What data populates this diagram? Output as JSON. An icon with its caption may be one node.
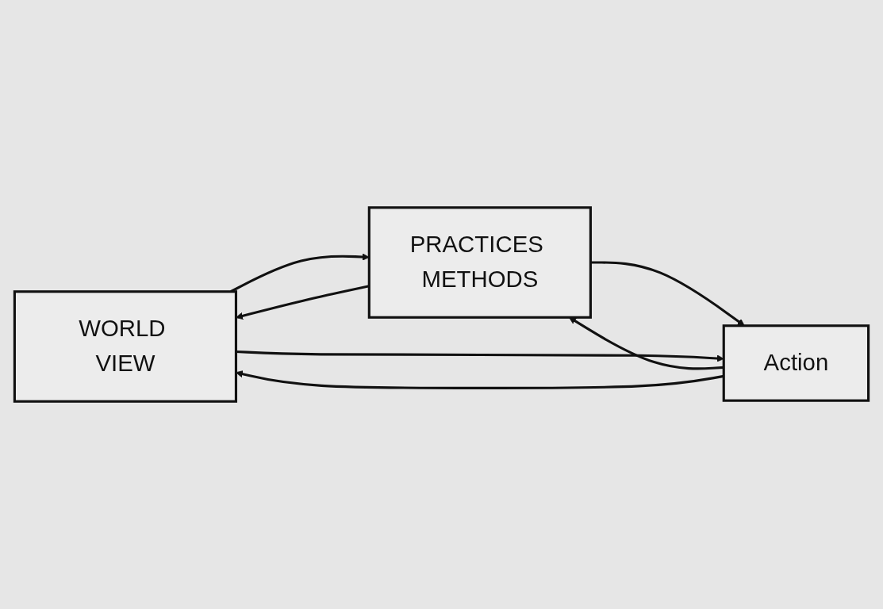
{
  "diagram": {
    "nodes": [
      {
        "text": [
          "WORLD VIEW"
        ]
      },
      {
        "text": [
          "PRACTICES METHODS"
        ]
      },
      {
        "text": [
          "Action"
        ]
      }
    ],
    "edges": [
      {
        "from": 0,
        "to": 1,
        "arrow": "to"
      },
      {
        "from": 1,
        "to": 2,
        "arrow": "to"
      },
      {
        "from": 0,
        "to": 2,
        "arrow": "to"
      },
      {
        "from": 1,
        "to": 0,
        "arrow": "to"
      },
      {
        "from": 2,
        "to": 1,
        "arrow": "to"
      },
      {
        "from": 2,
        "to": 0,
        "arrow": "to"
      }
    ]
  }
}
